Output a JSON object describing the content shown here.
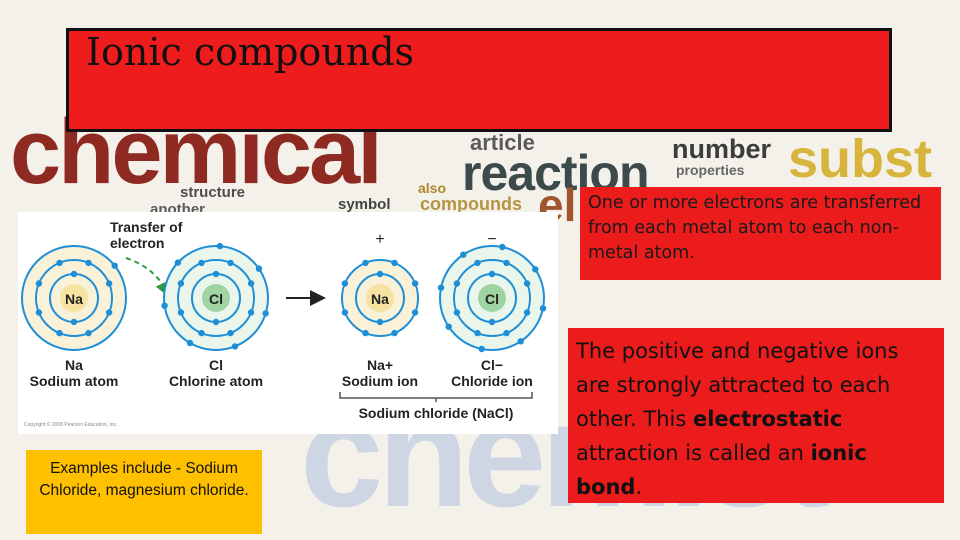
{
  "slide": {
    "title": "Ionic compounds",
    "info_transfer": "One or more electrons are transferred from each metal atom to each non-metal atom.",
    "attraction": {
      "part1": "The positive and negative ions are strongly attracted to each other. This ",
      "bold1": "electrostatic",
      "part2": " attraction is called an ",
      "bold2": "ionic bond",
      "part3": "."
    },
    "examples": "Examples include - Sodium Chloride, magnesium chloride."
  },
  "background_words": {
    "w1": "chemical",
    "w2": "reaction",
    "w3": "article",
    "w4": "number",
    "w5": "properties",
    "w6": "subst",
    "w7": "structure",
    "w8": "another",
    "w9": "symbol",
    "w10": "also",
    "w11": "compounds",
    "w12": "el",
    "w13": "chemist"
  },
  "diagram": {
    "transfer_label_1": "Transfer of",
    "transfer_label_2": "electron",
    "plus_sign": "+",
    "minus_sign": "−",
    "na_symbol": "Na",
    "cl_symbol": "Cl",
    "na_ion_symbol": "Na",
    "cl_ion_symbol": "Cl",
    "na_caption_1": "Na",
    "na_caption_2": "Sodium atom",
    "cl_caption_1": "Cl",
    "cl_caption_2": "Chlorine atom",
    "na_ion_caption_1": "Na+",
    "na_ion_caption_2": "Sodium ion",
    "cl_ion_caption_1": "Cl−",
    "cl_ion_caption_2": "Chloride ion",
    "compound_caption": "Sodium chloride (NaCl)",
    "copyright": "Copyright © 2008 Pearson Education, Inc."
  },
  "colors": {
    "title_box": "#ee1c1c",
    "info_box": "#ec1c1c",
    "examples_box": "#ffc000",
    "nucleus_na": "#f6e3a2",
    "nucleus_cl": "#9ed3a2",
    "electron": "#1e8fd6"
  }
}
